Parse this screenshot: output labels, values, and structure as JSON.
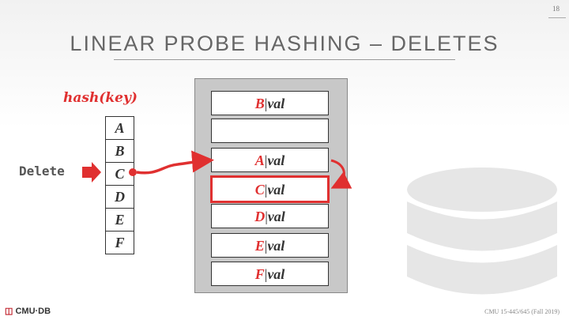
{
  "slide": {
    "number": "18",
    "title": "LINEAR PROBE HASHING – DELETES",
    "footer": "CMU 15-445/645 (Fall 2019)",
    "logo_text": "CMU·DB"
  },
  "hash_label": "hash(key)",
  "delete_label": "Delete",
  "keys": [
    "A",
    "B",
    "C",
    "D",
    "E",
    "F"
  ],
  "slots": [
    {
      "key": "B",
      "sep": "|",
      "val": "val"
    },
    {
      "key": "",
      "sep": "",
      "val": ""
    },
    {
      "key": "A",
      "sep": "|",
      "val": "val"
    },
    {
      "key": "C",
      "sep": "|",
      "val": "val"
    },
    {
      "key": "D",
      "sep": "|",
      "val": "val"
    },
    {
      "key": "E",
      "sep": "|",
      "val": "val"
    },
    {
      "key": "F",
      "sep": "|",
      "val": "val"
    }
  ],
  "colors": {
    "accent": "#e03030",
    "table_bg": "#c8c8c8"
  }
}
